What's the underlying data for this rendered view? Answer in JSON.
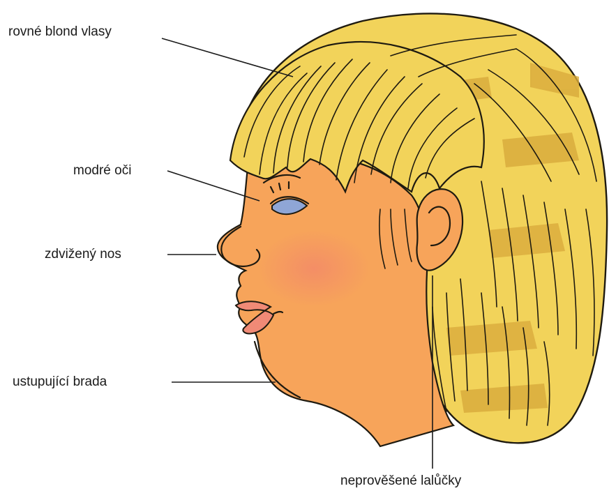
{
  "labels": {
    "hair": "rovné blond vlasy",
    "eyes": "modré oči",
    "nose": "zdvižený nos",
    "chin": "ustupující brada",
    "earlobes": "neprověšené lalůčky"
  },
  "colors": {
    "hair_base": "#f2d35a",
    "hair_shade": "#d9ab3c",
    "skin": "#f7a45a",
    "skin_cheek": "#f38a68",
    "eye": "#8fa6d6",
    "lips": "#f08a76",
    "ink": "#1e1a10"
  }
}
